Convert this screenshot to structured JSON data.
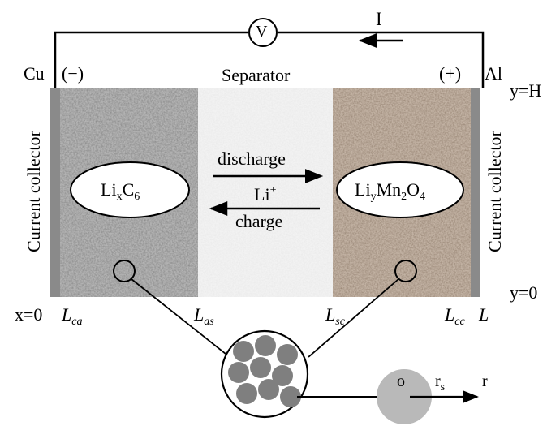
{
  "labels": {
    "current": "I",
    "voltmeter": "V",
    "anode_metal": "Cu",
    "anode_sign": "(−)",
    "separator": "Separator",
    "cathode_sign": "(+)",
    "cathode_metal": "Al",
    "y_top": "y=H",
    "y_bottom": "y=0",
    "x_origin": "x=0",
    "collector_left": "Current collector",
    "collector_right": "Current collector",
    "discharge": "discharge",
    "charge": "charge",
    "ion": {
      "base": "Li",
      "sup": "+"
    },
    "anode_material": {
      "p1": "Li",
      "s1": "x",
      "p2": "C",
      "s2": "6"
    },
    "cathode_material": {
      "p1": "Li",
      "s1": "y",
      "p2": "Mn",
      "s2": "2",
      "p3": "O",
      "s3": "4"
    },
    "boundaries": {
      "b1": {
        "base": "L",
        "sub": "ca"
      },
      "b2": {
        "base": "L",
        "sub": "as"
      },
      "b3": {
        "base": "L",
        "sub": "sc"
      },
      "b4": {
        "base": "L",
        "sub": "cc"
      },
      "b5": {
        "base": "L",
        "sub": ""
      }
    },
    "particle_center": "o",
    "particle_radius": {
      "base": "r",
      "sub": "s"
    },
    "radial_axis": "r"
  },
  "colors": {
    "collector": "#8a8a8a",
    "anode_base": "#a9a9a9",
    "separator_base": "#ececec",
    "cathode_base": "#9d8a7a",
    "particle": "#7f7f7f",
    "particle_large": "#b9b9b9"
  }
}
